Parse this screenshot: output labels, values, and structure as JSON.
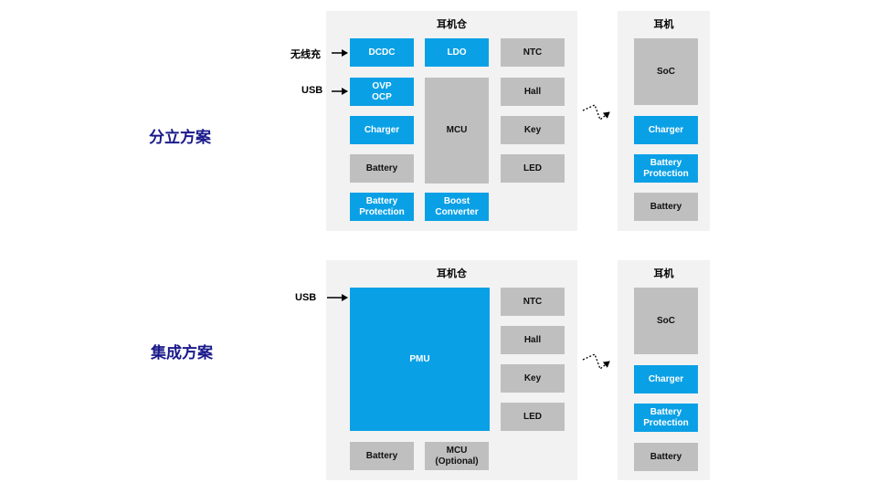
{
  "top": {
    "label": "分立方案",
    "case": {
      "title": "耳机仓",
      "blocks": {
        "dcdc": "DCDC",
        "ldo": "LDO",
        "ntc": "NTC",
        "ovp": "OVP\nOCP",
        "hall": "Hall",
        "charger": "Charger",
        "mcu": "MCU",
        "key": "Key",
        "battery": "Battery",
        "led": "LED",
        "battery_protection": "Battery\nProtection",
        "boost": "Boost\nConverter"
      }
    },
    "earphone": {
      "title": "耳机",
      "blocks": {
        "soc": "SoC",
        "charger": "Charger",
        "battery_protection": "Battery\nProtection",
        "battery": "Battery"
      }
    },
    "inputs": {
      "wireless": "无线充",
      "usb": "USB"
    }
  },
  "bottom": {
    "label": "集成方案",
    "case": {
      "title": "耳机仓",
      "blocks": {
        "pmu": "PMU",
        "ntc": "NTC",
        "hall": "Hall",
        "key": "Key",
        "led": "LED",
        "battery": "Battery",
        "mcu": "MCU\n(Optional)"
      }
    },
    "earphone": {
      "title": "耳机",
      "blocks": {
        "soc": "SoC",
        "charger": "Charger",
        "battery_protection": "Battery\nProtection",
        "battery": "Battery"
      }
    },
    "inputs": {
      "usb": "USB"
    }
  },
  "colors": {
    "blue": "#0aa0e6",
    "gray": "#bfbfbf",
    "panel": "#f2f2f2",
    "label": "#1a1a8c"
  }
}
